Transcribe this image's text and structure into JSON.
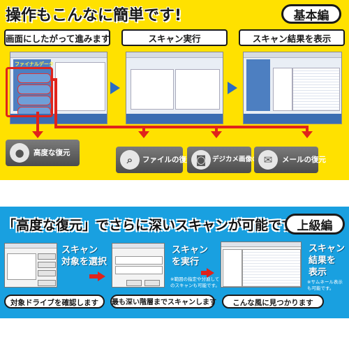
{
  "top": {
    "title": "操作もこんなに簡単です!",
    "badge": "基本編",
    "steps": [
      {
        "label": "画面にしたがって進みます"
      },
      {
        "label": "スキャン実行"
      },
      {
        "label": "スキャン結果を表示"
      }
    ],
    "app_logo": "ファイナルデータ",
    "features": [
      {
        "label": "高度な復元",
        "icon": "person-icon"
      },
      {
        "label": "ファイルの復元",
        "icon": "magnifier-icon"
      },
      {
        "label": "デジカメ画像の復元",
        "icon": "camera-icon"
      },
      {
        "label": "メールの復元",
        "icon": "envelope-icon"
      }
    ]
  },
  "bottom": {
    "title": "「高度な復元」でさらに深いスキャンが可能です。",
    "badge": "上級編",
    "steps": [
      {
        "text_lines": [
          "スキャン",
          "対象を選択"
        ]
      },
      {
        "text_lines": [
          "スキャン",
          "を実行"
        ],
        "note_lines": [
          "※範囲の指定や分割して",
          "のスキャンも可能です。"
        ]
      },
      {
        "text_lines": [
          "スキャン",
          "結果を",
          "表示"
        ],
        "note_lines": [
          "※サムネール表示",
          "も可能です。"
        ]
      }
    ],
    "captions": [
      {
        "label": "対象ドライブを確認します"
      },
      {
        "label": "最も深い階層までスキャンします"
      },
      {
        "label": "こんな風に見つかります"
      }
    ]
  },
  "colors": {
    "yellow": "#ffe100",
    "blue": "#19a0e0",
    "red": "#e0231b",
    "arrow_blue": "#2b6cc4"
  }
}
